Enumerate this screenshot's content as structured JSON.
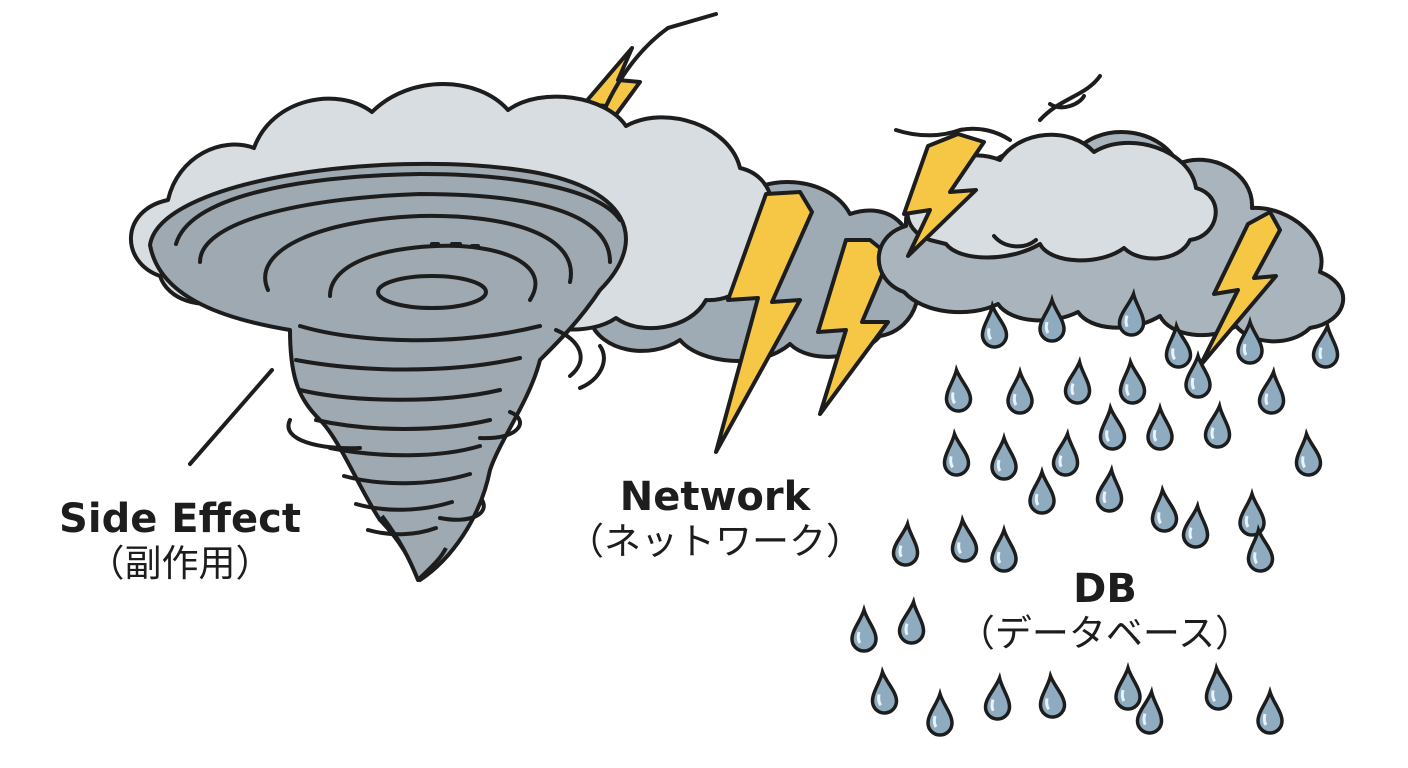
{
  "labels": {
    "side_effect": {
      "en": "Side  Effect",
      "ja": "（副作用）"
    },
    "network": {
      "en": "Network",
      "ja": "（ネットワーク）"
    },
    "db": {
      "en": "DB",
      "ja": "（データベース）"
    }
  },
  "icons": {
    "tornado": "tornado-icon",
    "storm_cloud": "storm-cloud-icon",
    "rain_cloud": "rain-cloud-icon",
    "lightning": "lightning-bolt-icon",
    "raindrop": "raindrop-icon"
  },
  "colors": {
    "cloud_light": "#d8dde1",
    "cloud_dark": "#9eabb4",
    "tornado": "#9ea9b1",
    "lightning": "#f6c744",
    "raindrop": "#8eabc0",
    "outline": "#1d1d1d"
  }
}
